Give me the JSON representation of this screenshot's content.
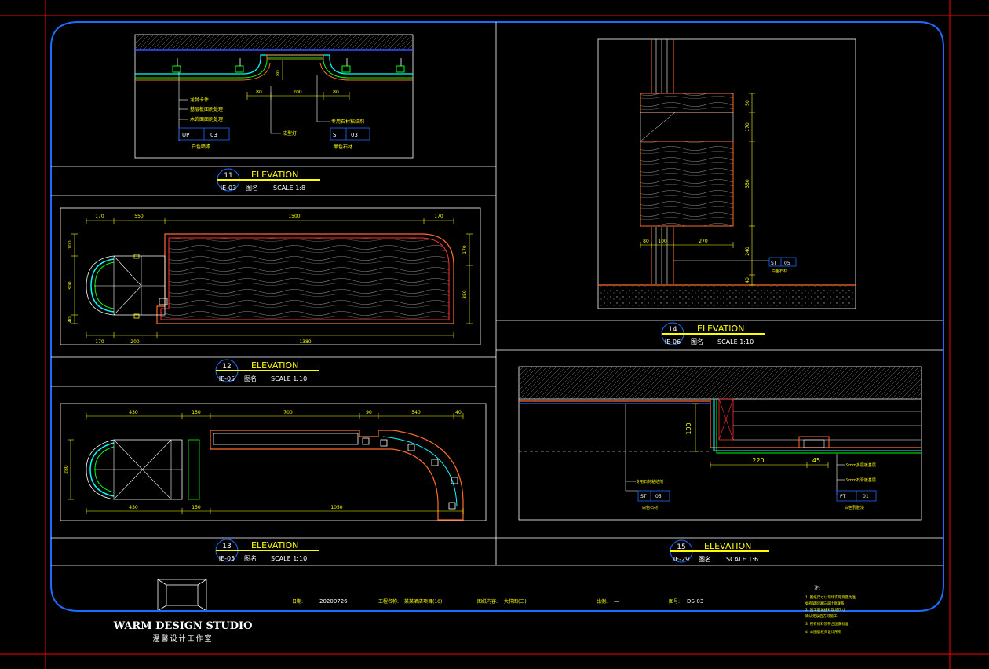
{
  "drawings": {
    "d11": {
      "number": "11",
      "title": "ELEVATION",
      "ref": "IE-03",
      "name": "图名",
      "scale": "SCALE 1:8",
      "dims": [
        "80",
        "200",
        "80",
        "80"
      ],
      "notes": [
        "龙骨卡件",
        "基层板面刷处理",
        "木饰面面刷处理",
        "白色喷漆",
        "专用石材粘结剂",
        "黑色石材",
        "成型灯"
      ],
      "tags": [
        {
          "code": "UP",
          "num": "03"
        },
        {
          "code": "ST",
          "num": "03"
        }
      ]
    },
    "d12": {
      "number": "12",
      "title": "ELEVATION",
      "ref": "IE-05",
      "name": "图名",
      "scale": "SCALE 1:10",
      "dims_top": [
        "170",
        "550",
        "1500",
        "170"
      ],
      "dims_bottom": [
        "170",
        "200",
        "1380"
      ],
      "dims_side": [
        "100",
        "300",
        "40"
      ],
      "dims_right": [
        "170",
        "350"
      ]
    },
    "d13": {
      "number": "13",
      "title": "ELEVATION",
      "ref": "IE-05",
      "name": "图名",
      "scale": "SCALE 1:10",
      "dims_top": [
        "430",
        "150",
        "700",
        "90",
        "540",
        "40"
      ],
      "dims_bottom": [
        "430",
        "150",
        "1050"
      ],
      "dims_side": [
        "280"
      ]
    },
    "d14": {
      "number": "14",
      "title": "ELEVATION",
      "ref": "IE-06",
      "name": "图名",
      "scale": "SCALE 1:10",
      "dims": [
        "50",
        "170",
        "350",
        "240",
        "40",
        "80",
        "100",
        "270"
      ],
      "tags": [
        {
          "code": "ST",
          "num": "05"
        }
      ],
      "notes": [
        "白色石材"
      ]
    },
    "d15": {
      "number": "15",
      "title": "ELEVATION",
      "ref": "IE-29",
      "name": "图名",
      "scale": "SCALE 1:6",
      "dims": [
        "100",
        "220",
        "45"
      ],
      "notes": [
        "专用石材粘结剂",
        "白色石材",
        "9mm多层板基层",
        "9mm石膏板基层",
        "白色乳胶漆"
      ],
      "tags": [
        {
          "code": "ST",
          "num": "05"
        },
        {
          "code": "PT",
          "num": "01"
        }
      ]
    }
  },
  "titleblock": {
    "studio_en": "WARM DESIGN STUDIO",
    "studio_cn": "温馨设计工作室",
    "date_label": "日期:",
    "date_value": "20200726",
    "project_label": "工程名称:",
    "project_value": "某某酒店项目(10)",
    "drawing_label": "图纸内容:",
    "drawing_value": "大样图(三)",
    "ratio_label": "比例:",
    "ratio_value": "—",
    "sheet_label": "图号:",
    "sheet_value": "DS-03",
    "notes_title": "注:",
    "notes": [
      "1. 图纸尺寸以现场实际测量为准",
      "   如有疑问请与设计师联系",
      "2. 施工前请核对现场尺寸",
      "   确认无误后方可施工",
      "3. 所有材料须符合国家标准",
      "4. 本图版权归设计所有"
    ]
  },
  "colors": {
    "frame": "#1e6cff",
    "line_white": "#ffffff",
    "dim": "#ffff00",
    "finish": "#ff6a2a",
    "cyan": "#00ffff",
    "green": "#00ff00",
    "red": "#ff0000"
  }
}
